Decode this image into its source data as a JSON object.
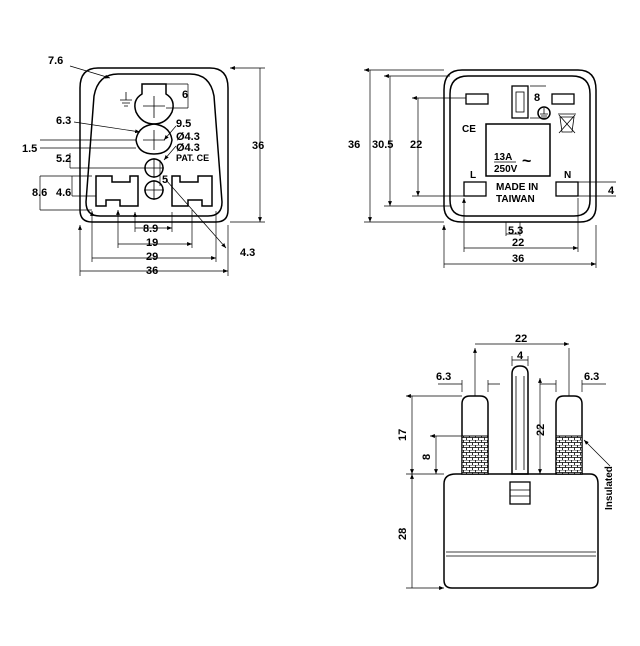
{
  "front_view": {
    "dims": {
      "d7_6": "7.6",
      "d6": "6",
      "d6_3": "6.3",
      "d9_5": "9.5",
      "d1_5": "1.5",
      "d5_2": "5.2",
      "d4_3a": "Ø4.3",
      "d4_3b": "Ø4.3",
      "d5": "5",
      "d8_6": "8.6",
      "d4_6": "4.6",
      "d8_9": "8.9",
      "d19": "19",
      "d29": "29",
      "d36w": "36",
      "d36h": "36",
      "d4_3c": "4.3"
    },
    "mark_pat": "PAT. CE"
  },
  "back_view": {
    "dims": {
      "d8": "8",
      "d36": "36",
      "d30_5": "30.5",
      "d22v": "22",
      "d4": "4",
      "d5_3": "5.3",
      "d22h": "22",
      "d36w": "36"
    },
    "label_rating_a": "13A",
    "label_rating_v": "250V",
    "label_ac": "~",
    "label_ce": "CE",
    "label_origin_1": "MADE IN",
    "label_origin_2": "TAIWAN",
    "label_L": "L",
    "label_N": "N"
  },
  "side_view": {
    "dims": {
      "d22": "22",
      "d4": "4",
      "d6_3l": "6.3",
      "d6_3r": "6.3",
      "d17": "17",
      "d8": "8",
      "d22v": "22",
      "d28": "28"
    },
    "label_insulated": "Insulated"
  }
}
